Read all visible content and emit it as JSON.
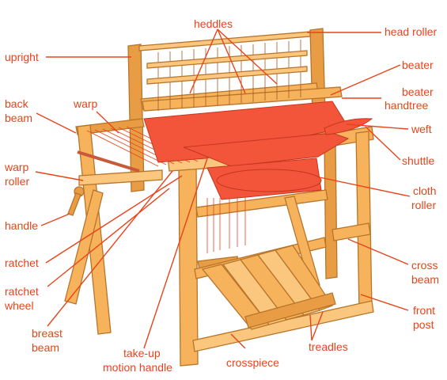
{
  "labels": {
    "heddles": "heddles",
    "head_roller": "head roller",
    "upright": "upright",
    "beater": "beater",
    "beater_handtree_1": "beater",
    "beater_handtree_2": "handtree",
    "back_beam_1": "back",
    "back_beam_2": "beam",
    "warp": "warp",
    "weft": "weft",
    "shuttle": "shuttle",
    "warp_roller_1": "warp",
    "warp_roller_2": "roller",
    "cloth_roller_1": "cloth",
    "cloth_roller_2": "roller",
    "handle": "handle",
    "ratchet": "ratchet",
    "cross_beam_1": "cross",
    "cross_beam_2": "beam",
    "ratchet_wheel_1": "ratchet",
    "ratchet_wheel_2": "wheel",
    "front_post_1": "front",
    "front_post_2": "post",
    "breast_beam_1": "breast",
    "breast_beam_2": "beam",
    "treadles": "treadles",
    "takeup_1": "take-up",
    "takeup_2": "motion handle",
    "crosspiece": "crosspiece"
  },
  "colors": {
    "label": "#e8441b",
    "wood": "#f7b25c",
    "cloth": "#f2553a"
  }
}
